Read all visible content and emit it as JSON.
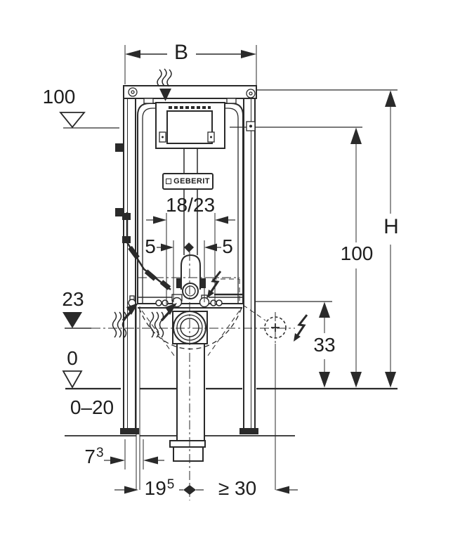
{
  "drawing": {
    "type": "technical-dimension-drawing"
  },
  "colors": {
    "line": "#2a2a2a",
    "background": "#ffffff"
  },
  "branding": {
    "logo_text": "GEBERIT"
  },
  "dimensions": {
    "width_b": {
      "label": "B"
    },
    "depth_options": {
      "label": "18/23"
    },
    "offset_left": {
      "label": "5"
    },
    "offset_right": {
      "label": "5"
    },
    "height_h": {
      "label": "H"
    },
    "height_100": {
      "label": "100"
    },
    "height_33": {
      "label": "33"
    },
    "foot_offset": {
      "main": "7",
      "sup": "3"
    },
    "drain_offset": {
      "main": "19",
      "sup": "5"
    },
    "electrical_offset": {
      "label": "≥ 30"
    }
  },
  "levels": {
    "top_100": {
      "label": "100",
      "marker": "open-triangle-down"
    },
    "drain_axis_23": {
      "label": "23",
      "marker": "filled-triangle-down"
    },
    "floor_0": {
      "label": "0",
      "marker": "open-triangle-down"
    },
    "floor_range": {
      "label": "0–20"
    }
  },
  "icons": {
    "odor_extraction": "wavy-steam-down-arrow",
    "water_supply_left": "wavy-up-right-arrow",
    "water_supply_right": "wavy-up-right-arrow",
    "flush_power": "lightning-bolt-arrow",
    "socket_power": "lightning-bolt-arrow",
    "socket_outline": "dashed-circle-crosshair",
    "center_marker": "filled-diamond"
  }
}
